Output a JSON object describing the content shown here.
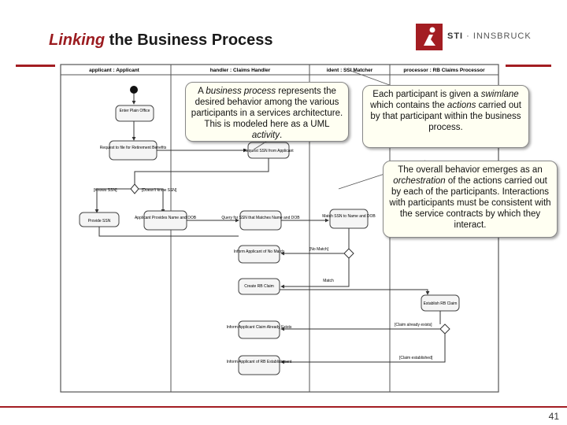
{
  "slide": {
    "title_em": "Linking",
    "title_rest": " the Business Process",
    "page_number": "41"
  },
  "logo": {
    "brand": "STI",
    "sep": " · ",
    "city": "INNSBRUCK"
  },
  "diagram": {
    "lanes": [
      "applicant : Applicant",
      "handler : Claims Handler",
      "ident : SSI Matcher",
      "processor : RB Claims Processor"
    ],
    "actions": [
      "Enter Plain Office",
      "Request to file for Retirement Benefits",
      "Request SSN from Applicant",
      "Provide SSN",
      "Applicant Provides Name and DOB",
      "Query for SSN that Matches Name and DOB",
      "Match SSN to Name and DOB",
      "Inform Applicant of No Match",
      "Create RB Claim",
      "Establish RB Claim",
      "Inform Applicant Claim Already Exists",
      "Inform Applicant of RB Establishment"
    ],
    "guards": {
      "knows": "[Knows SSN]",
      "doesnt": "[Doesn't know SSN]",
      "nomatch": "[No Match]",
      "match": "Match",
      "exists": "[Claim already exists]",
      "established": "[Claim established]"
    }
  },
  "callouts": {
    "c1": {
      "a": "A ",
      "em": "business process",
      "b": " represents the desired behavior among the various participants in a services architecture. This is modeled here as a UML ",
      "em2": "activity",
      "c": "."
    },
    "c2": {
      "a": "Each participant is given a ",
      "em": "swimlane",
      "b": " which contains the ",
      "em2": "actions",
      "c": " carried out by that participant within the business process."
    },
    "c3": {
      "a": "The overall behavior emerges as an ",
      "em": "orchestration",
      "b": " of the actions carried out by each of the participants. Interactions with participants must be consistent with the service contracts by which they interact."
    }
  }
}
